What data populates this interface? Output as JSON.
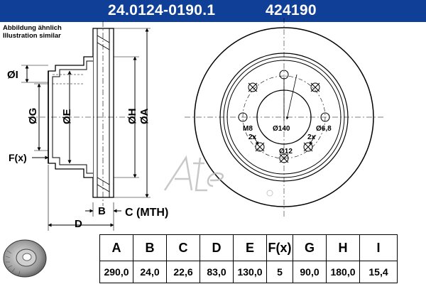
{
  "header": {
    "part_number": "24.0124-0190.1",
    "ref_number": "424190",
    "bg_color": "#0f3f96"
  },
  "notes": {
    "line1": "Abbildung ähnlich",
    "line2": "Illustration similar"
  },
  "side_view_labels": {
    "I": "ØI",
    "G": "ØG",
    "E": "ØE",
    "H": "ØH",
    "A": "ØA",
    "F": "F(x)",
    "B": "B",
    "C": "C (MTH)",
    "D": "D"
  },
  "front_view_labels": {
    "thread": "M8",
    "thread_count": "2x",
    "pcd": "Ø140",
    "bolt_hole": "Ø12",
    "small_hole": "Ø6,8",
    "small_hole_count": "2x"
  },
  "table": {
    "headers": [
      "A",
      "B",
      "C",
      "D",
      "E",
      "F(x)",
      "G",
      "H",
      "I"
    ],
    "values": [
      "290,0",
      "24,0",
      "22,6",
      "83,0",
      "130,0",
      "5",
      "90,0",
      "180,0",
      "15,4"
    ]
  }
}
